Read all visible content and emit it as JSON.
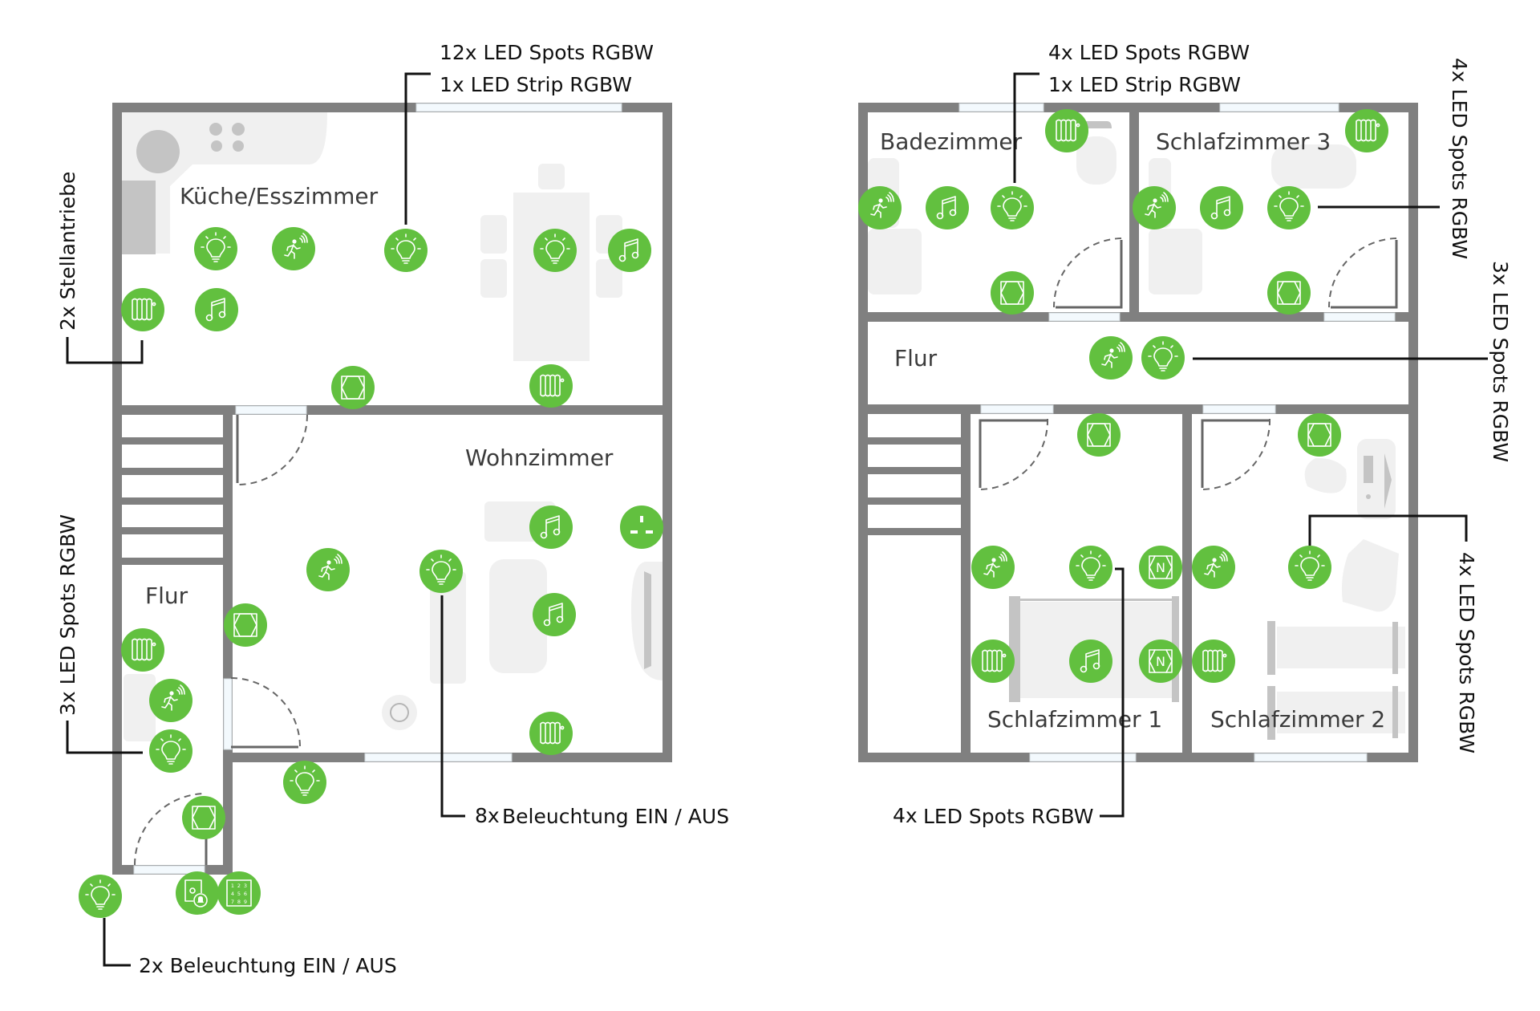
{
  "colors": {
    "device_green": "#62c03f",
    "wall_gray": "#808080",
    "text": "#111111"
  },
  "plans": [
    {
      "name": "ground-floor",
      "rooms": [
        {
          "id": "kueche",
          "label": "Küche/Esszimmer"
        },
        {
          "id": "wohnzimmer",
          "label": "Wohnzimmer"
        },
        {
          "id": "flur-eg",
          "label": "Flur"
        }
      ]
    },
    {
      "name": "upper-floor",
      "rooms": [
        {
          "id": "bad",
          "label": "Badezimmer"
        },
        {
          "id": "sz3",
          "label": "Schlafzimmer 3"
        },
        {
          "id": "flur-og",
          "label": "Flur"
        },
        {
          "id": "sz1",
          "label": "Schlafzimmer 1"
        },
        {
          "id": "sz2",
          "label": "Schlafzimmer 2"
        }
      ]
    }
  ],
  "callouts": {
    "kueche_spots": "12x LED Spots RGBW",
    "kueche_strip": "1x LED Strip RGBW",
    "kueche_stellantriebe": "2x Stellantriebe",
    "flur_eg_spots": "3x LED Spots RGBW",
    "wohnzimmer_beleuchtung_count": "8x",
    "wohnzimmer_beleuchtung_text": "Beleuchtung EIN / AUS",
    "eingang_beleuchtung": "2x Beleuchtung EIN / AUS",
    "bad_spots": "4x LED Spots RGBW",
    "bad_strip": "1x LED Strip RGBW",
    "sz3_spots": "4x LED Spots RGBW",
    "flur_og_spots": "3x LED Spots RGBW",
    "sz1_spots_count": "4x",
    "sz1_spots_text": "LED Spots RGBW",
    "sz2_spots": "4x LED Spots RGBW"
  },
  "devices": [
    {
      "room": "kueche",
      "type": "light"
    },
    {
      "room": "kueche",
      "type": "motion"
    },
    {
      "room": "kueche",
      "type": "light"
    },
    {
      "room": "kueche",
      "type": "light"
    },
    {
      "room": "kueche",
      "type": "music"
    },
    {
      "room": "kueche",
      "type": "radiator"
    },
    {
      "room": "kueche",
      "type": "music"
    },
    {
      "room": "kueche",
      "type": "window-sensor"
    },
    {
      "room": "kueche",
      "type": "radiator"
    },
    {
      "room": "wohnzimmer",
      "type": "music"
    },
    {
      "room": "wohnzimmer",
      "type": "socket"
    },
    {
      "room": "wohnzimmer",
      "type": "motion"
    },
    {
      "room": "wohnzimmer",
      "type": "light"
    },
    {
      "room": "wohnzimmer",
      "type": "music"
    },
    {
      "room": "wohnzimmer",
      "type": "window-sensor"
    },
    {
      "room": "wohnzimmer",
      "type": "radiator"
    },
    {
      "room": "aussen",
      "type": "light"
    },
    {
      "room": "flur-eg",
      "type": "radiator"
    },
    {
      "room": "flur-eg",
      "type": "motion"
    },
    {
      "room": "flur-eg",
      "type": "light"
    },
    {
      "room": "flur-eg",
      "type": "window-sensor"
    },
    {
      "room": "eingang",
      "type": "light"
    },
    {
      "room": "eingang",
      "type": "doorbell"
    },
    {
      "room": "eingang",
      "type": "keypad"
    },
    {
      "room": "bad",
      "type": "radiator"
    },
    {
      "room": "bad",
      "type": "motion"
    },
    {
      "room": "bad",
      "type": "music"
    },
    {
      "room": "bad",
      "type": "light"
    },
    {
      "room": "bad",
      "type": "window-sensor"
    },
    {
      "room": "sz3",
      "type": "radiator"
    },
    {
      "room": "sz3",
      "type": "motion"
    },
    {
      "room": "sz3",
      "type": "music"
    },
    {
      "room": "sz3",
      "type": "light"
    },
    {
      "room": "sz3",
      "type": "window-sensor"
    },
    {
      "room": "flur-og",
      "type": "motion"
    },
    {
      "room": "flur-og",
      "type": "light"
    },
    {
      "room": "sz1",
      "type": "window-sensor"
    },
    {
      "room": "sz1",
      "type": "motion"
    },
    {
      "room": "sz1",
      "type": "light"
    },
    {
      "room": "sz1",
      "type": "blind-sensor"
    },
    {
      "room": "sz1",
      "type": "radiator"
    },
    {
      "room": "sz1",
      "type": "music"
    },
    {
      "room": "sz1",
      "type": "blind-sensor"
    },
    {
      "room": "sz2",
      "type": "window-sensor"
    },
    {
      "room": "sz2",
      "type": "motion"
    },
    {
      "room": "sz2",
      "type": "light"
    },
    {
      "room": "sz2",
      "type": "radiator"
    }
  ],
  "icon_glyphs": {
    "keypad_digits": [
      "1",
      "2",
      "3",
      "4",
      "5",
      "6",
      "7",
      "8",
      "9"
    ],
    "blind_sensor_letter": "N"
  }
}
